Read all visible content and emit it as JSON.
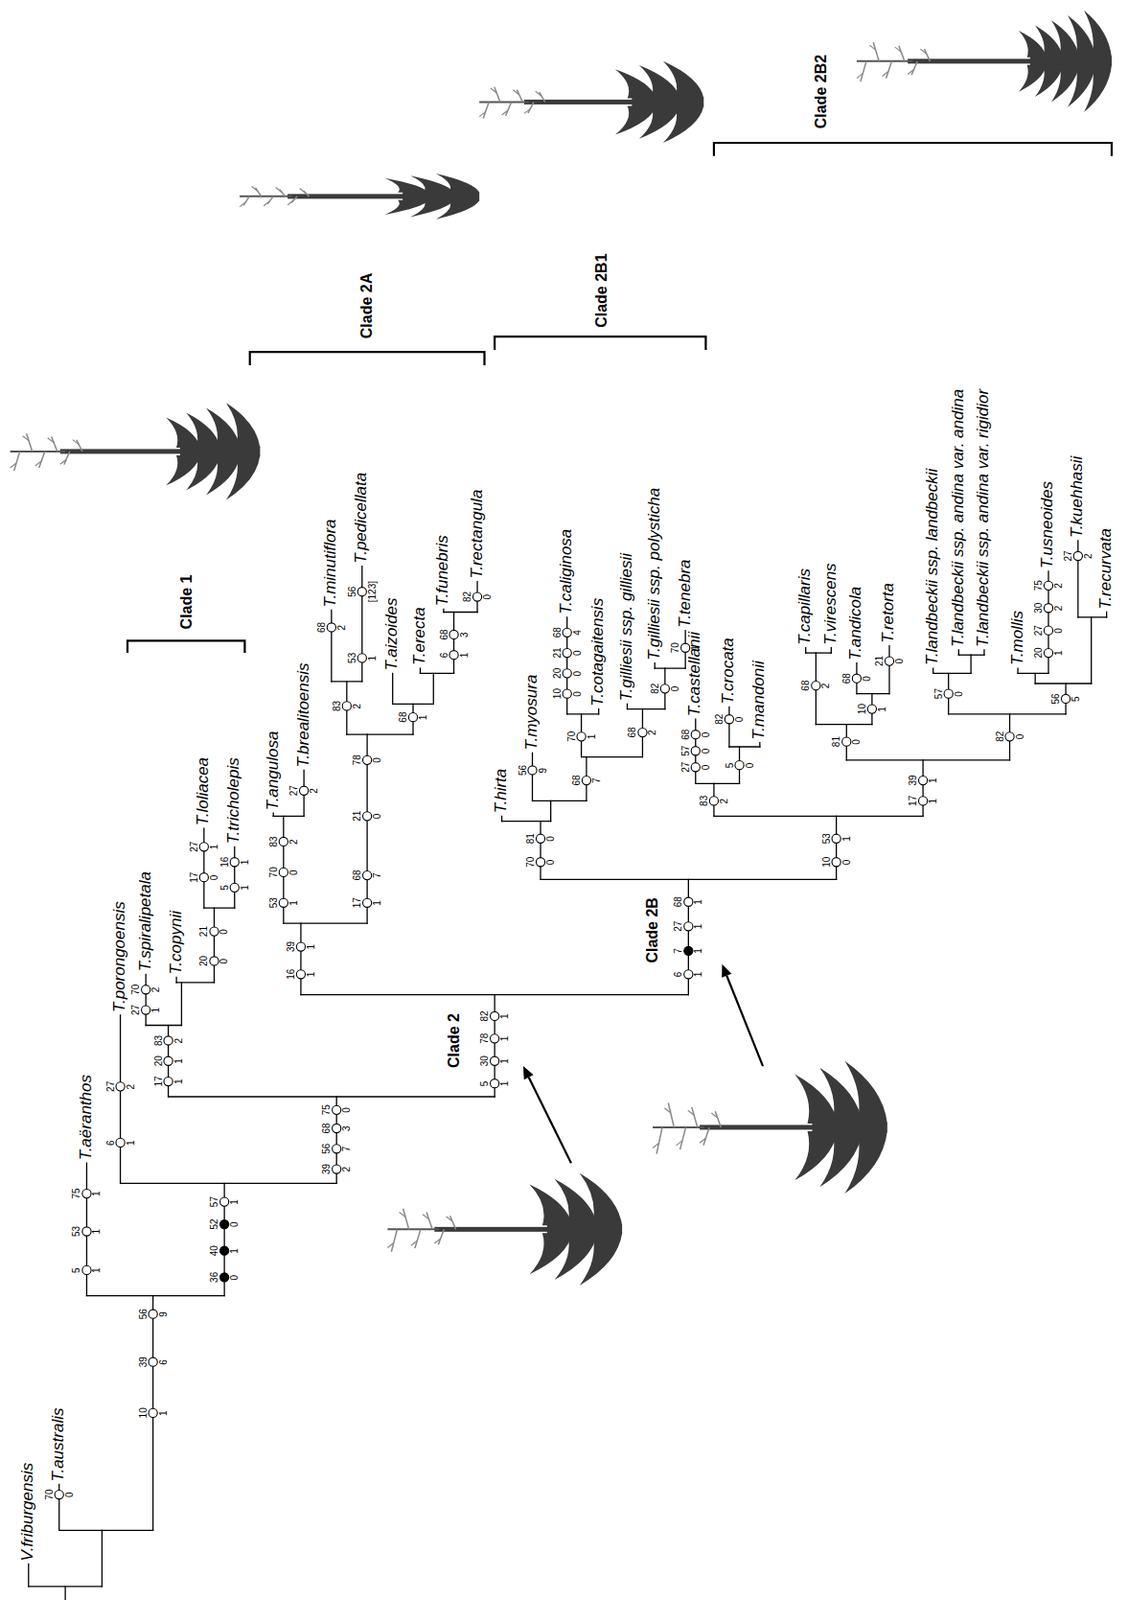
{
  "diagram": {
    "labels": [
      "V.friburgensis",
      "70",
      "0",
      "T.australis",
      "10",
      "1",
      "39",
      "6",
      "56",
      "9",
      "5",
      "1",
      "53",
      "1",
      "75",
      "1",
      "T.aëranthos",
      "6",
      "1",
      "27",
      "2",
      "T.porongoensis",
      "36",
      "0",
      "40",
      "1",
      "52",
      "0",
      "57",
      "1",
      "39",
      "2",
      "56",
      "7",
      "68",
      "3",
      "75",
      "0",
      "17",
      "1",
      "20",
      "1",
      "83",
      "2",
      "27",
      "1",
      "70",
      "2",
      "T.spiralipetala",
      "T.copynii",
      "20",
      "0",
      "21",
      "0",
      "17",
      "0",
      "27",
      "1",
      "T.loliacea",
      "5",
      "1",
      "16",
      "1",
      "T.tricholepis",
      "Clade 1",
      "5",
      "1",
      "30",
      "1",
      "78",
      "1",
      "82",
      "1",
      "Clade 2",
      "16",
      "1",
      "39",
      "1",
      "53",
      "1",
      "70",
      "0",
      "83",
      "2",
      "T.angulosa",
      "27",
      "2",
      "T.brealitoensis",
      "17",
      "1",
      "68",
      "7",
      "21",
      "0",
      "78",
      "0",
      "83",
      "2",
      "68",
      "2",
      "T.minutiflora",
      "53",
      "1",
      "56",
      "[123]",
      "T.pedicellata",
      "68",
      "1",
      "T.aizoides",
      "T.erecta",
      "6",
      "1",
      "68",
      "3",
      "T.funebris",
      "82",
      "0",
      "T.rectangula",
      "Clade 2A",
      "6",
      "1",
      "7",
      "1",
      "27",
      "1",
      "68",
      "1",
      "Clade 2B",
      "70",
      "0",
      "81",
      "0",
      "T.hirta",
      "56",
      "9",
      "T.myosura",
      "68",
      "7",
      "70",
      "1",
      "10",
      "0",
      "20",
      "0",
      "21",
      "0",
      "68",
      "4",
      "T.caliginosa",
      "T.cotagaitensis",
      "68",
      "2",
      "T.gilliesii ssp. gilliesii",
      "82",
      "0",
      "T.gilliesii ssp. polysticha",
      "70",
      "1",
      "T.tenebra",
      "Clade 2B1",
      "10",
      "0",
      "53",
      "1",
      "83",
      "2",
      "27",
      "0",
      "57",
      "0",
      "68",
      "0",
      "T.castellanii",
      "5",
      "0",
      "82",
      "0",
      "T.crocata",
      "T.mandonii",
      "17",
      "1",
      "39",
      "1",
      "81",
      "0",
      "68",
      "2",
      "T.capillaris",
      "T.virescens",
      "10",
      "1",
      "68",
      "0",
      "T.andicola",
      "21",
      "0",
      "T.retorta",
      "82",
      "0",
      "57",
      "0",
      "T.landbeckii ssp. landbeckii",
      "T.landbeckii ssp. andina var. andina",
      "T.landbeckii ssp. andina var. rigidior",
      "56",
      "5",
      "T.mollis",
      "20",
      "1",
      "27",
      "0",
      "30",
      "2",
      "75",
      "2",
      "T.usneoides",
      "27",
      "2",
      "T.kuehhasii",
      "T.recurvata",
      "Clade 2B2"
    ]
  }
}
